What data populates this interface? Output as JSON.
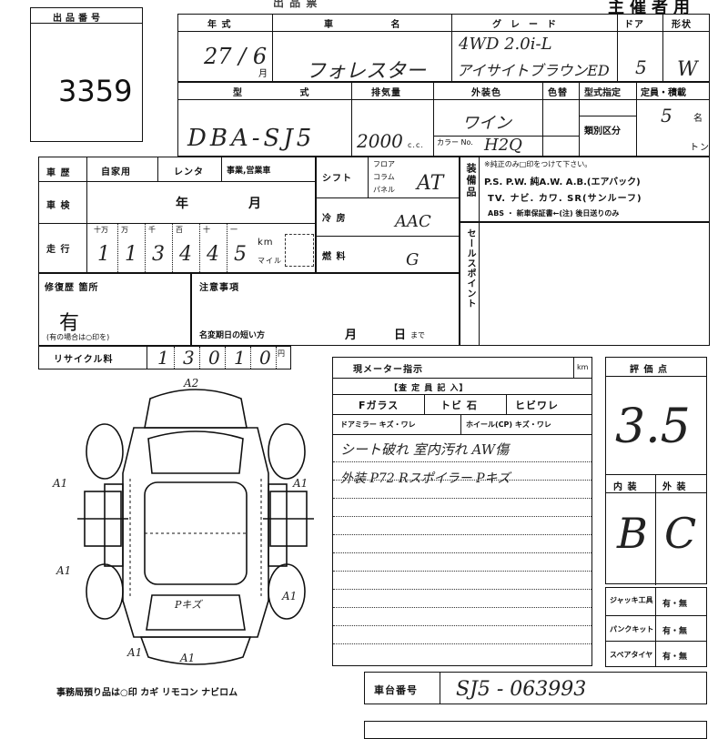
{
  "lot": {
    "label": "出品番号",
    "number": "3359"
  },
  "header": {
    "title": "主催者用",
    "tail": "出 品 票"
  },
  "top_row": {
    "year_label": "年 式",
    "year_value": "27 / 6",
    "month_suffix": "月",
    "car_label": "車 名",
    "car_value": "フォレスター",
    "grade_label": "グレード",
    "grade_line1": "4WD 2.0i-L",
    "grade_line2": "アイサイトブラウンED",
    "door_label": "ドア",
    "door_value": "5",
    "shape_label": "形状",
    "shape_value": "W"
  },
  "second_row": {
    "type_label": "型 式",
    "type_value": "DBA-SJ5",
    "displacement_label": "排気量",
    "displacement_value": "2000",
    "cc": "c.c.",
    "color_label": "外装色",
    "color_value": "ワイン",
    "color_change_label": "色替",
    "color_code_label": "カラー No.",
    "color_code_value": "H2Q",
    "model_designation_label": "型式指定",
    "class_label": "類別区分",
    "capacity_label": "定員・積載",
    "capacity_value": "5",
    "capacity_unit": "名",
    "ton_unit": "トン"
  },
  "history": {
    "label": "車 歴",
    "own": "自家用",
    "rental": "レンタ",
    "business": "事業,営業車",
    "inspection_label": "車 検",
    "year": "年",
    "month": "月",
    "mileage_label": "走 行",
    "digit_units": [
      "十万",
      "万",
      "千",
      "百",
      "十",
      "一"
    ],
    "digits": [
      "1",
      "1",
      "3",
      "4",
      "4",
      "5"
    ],
    "km": "km",
    "mile": "マイル"
  },
  "shift": {
    "label": "シフト",
    "floor": "フロア",
    "column": "コラム",
    "panel": "パネル",
    "value": "AT"
  },
  "aircon": {
    "label": "冷 房",
    "value": "AAC"
  },
  "fuel": {
    "label": "燃 料",
    "value": "G"
  },
  "equipment": {
    "label": "装備品",
    "note": "※純正のみ□印をつけて下さい。",
    "line1": "P.S. P.W. 純A.W. A.B.(エアバック)",
    "line2": "TV. ナビ. カワ. SR(サンルーフ)",
    "line3": "ABS ・ 新車保証書←(注) 後日送りのみ"
  },
  "sales_point": {
    "label": "セールスポイント"
  },
  "repair": {
    "label": "修復歴 箇所",
    "value": "有",
    "note": "(有の場合は○印を)"
  },
  "notes": {
    "label": "注意事項",
    "expiry_label": "名変期日の短い方",
    "month": "月",
    "day": "日",
    "until": "まで"
  },
  "recycle": {
    "label": "リサイクル料",
    "digits": [
      "1",
      "3",
      "0",
      "1",
      "0"
    ],
    "yen": "円"
  },
  "meter": {
    "label": "現メーター指示",
    "km": "km"
  },
  "inspector": {
    "header": "【査 定 員 記 入】",
    "row1": [
      "Fガラス",
      "トビ 石",
      "ヒビワレ"
    ],
    "row2": [
      "ドアミラー キズ・ワレ",
      "ホイール(CP) キズ・ワレ"
    ],
    "remark1": "シート破れ 室内汚れ AW傷",
    "remark2": "外装 P72 Rスポイラー Pキズ"
  },
  "rating": {
    "label": "評 価 点",
    "value": "3.5",
    "interior_label": "内 装",
    "exterior_label": "外 装",
    "interior_value": "B",
    "exterior_value": "C"
  },
  "jack": {
    "rows": [
      {
        "label": "ジャッキ工具",
        "value": "有・無"
      },
      {
        "label": "パンクキット",
        "value": "有・無"
      },
      {
        "label": "スペアタイヤ",
        "value": "有・無"
      }
    ]
  },
  "diagram": {
    "marks": [
      "A2",
      "A1",
      "A1",
      "A1",
      "A1",
      "A1",
      "A1",
      "Pキズ"
    ],
    "footer": "事務局預り品は○印  カギ  リモコン  ナビロム"
  },
  "chassis": {
    "label": "車台番号",
    "value": "SJ5 - 063993"
  }
}
